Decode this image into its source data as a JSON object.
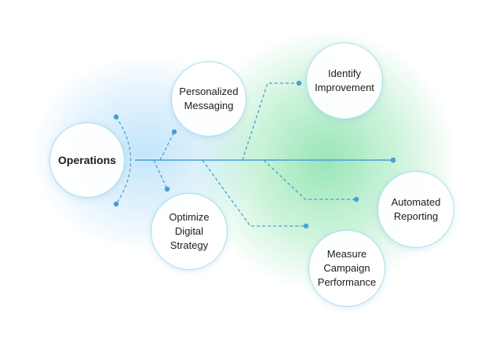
{
  "diagram": {
    "colors": {
      "line": "#4a9fd6",
      "dot": "#4a9fd6",
      "circle_border": "#a5ddf1",
      "text": "#1c1c1c",
      "glow_green": "#6fdc9a",
      "glow_blue": "#a8d8f5"
    },
    "root": {
      "label": "Operations"
    },
    "nodes": {
      "personalized": {
        "label": "Personalized\nMessaging"
      },
      "identify": {
        "label": "Identify\nImprovement"
      },
      "optimize": {
        "label": "Optimize\nDigital\nStrategy"
      },
      "automated": {
        "label": "Automated\nReporting"
      },
      "measure": {
        "label": "Measure\nCampaign\nPerformance"
      }
    }
  }
}
